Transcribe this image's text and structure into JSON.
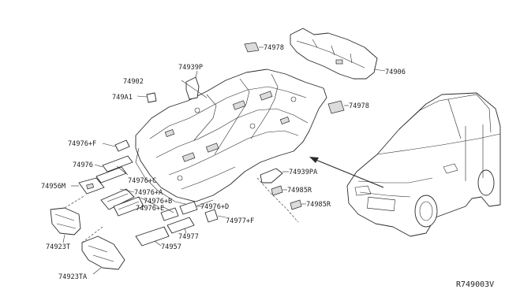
{
  "labels": {
    "p74978_top": "74978",
    "p74939P": "74939P",
    "p74906": "74906",
    "p74902": "74902",
    "p749A1": "749A1",
    "p74978_right": "74978",
    "p74976F": "74976+F",
    "p74976": "74976",
    "p74976C": "74976+C",
    "p74956M": "74956M",
    "p74976A": "74976+A",
    "p74976B": "74976+B",
    "p74976E": "74976+E",
    "p74976D": "74976+D",
    "p74939PA": "74939PA",
    "p74985R_a": "74985R",
    "p74985R_b": "74985R",
    "p74977F": "74977+F",
    "p74977": "74977",
    "p74923T": "74923T",
    "p74957": "74957",
    "p74923TA": "74923TA"
  },
  "reference_code": "R749003V"
}
